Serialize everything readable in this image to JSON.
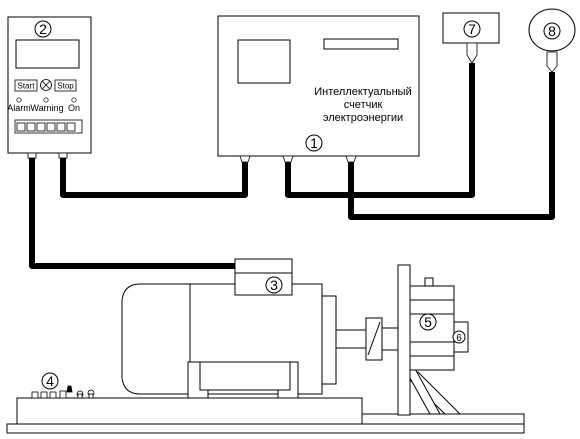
{
  "labels": {
    "n1": "1",
    "n2": "2",
    "n3": "3",
    "n4": "4",
    "n5": "5",
    "n6": "6",
    "n7": "7",
    "n8": "8"
  },
  "controller": {
    "start_label": "Start",
    "stop_label": "Stop",
    "alarm_label": "Alarm",
    "warning_label": "Warning",
    "on_label": "On"
  },
  "meter": {
    "line1": "Интеллектуальный",
    "line2": "счетчик",
    "line3": "электроэнергии"
  }
}
